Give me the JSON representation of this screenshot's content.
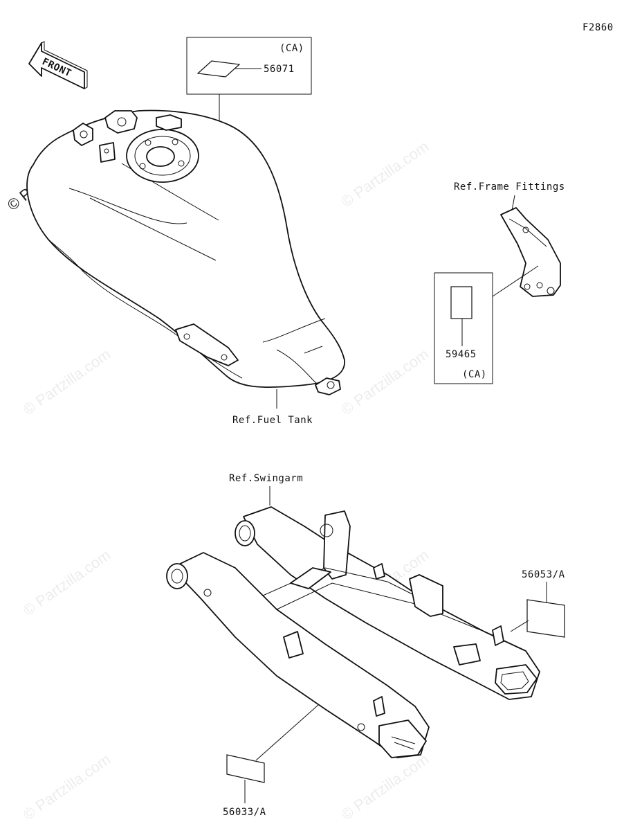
{
  "figure_code": "F2860",
  "front_arrow": {
    "text": "FRONT",
    "icon": "front-arrow-icon"
  },
  "callouts": {
    "tank_label": {
      "part": "56071",
      "region": "(CA)"
    },
    "frame_label": {
      "part": "59465",
      "region": "(CA)"
    },
    "swingarm_right_label": {
      "part": "56053/A"
    },
    "swingarm_left_label": {
      "part": "56033/A"
    }
  },
  "references": {
    "fuel_tank": "Ref.Fuel Tank",
    "frame_fittings": "Ref.Frame Fittings",
    "swingarm": "Ref.Swingarm"
  },
  "watermark": {
    "text": "© Partzilla.com",
    "icon": "copyright-icon"
  }
}
